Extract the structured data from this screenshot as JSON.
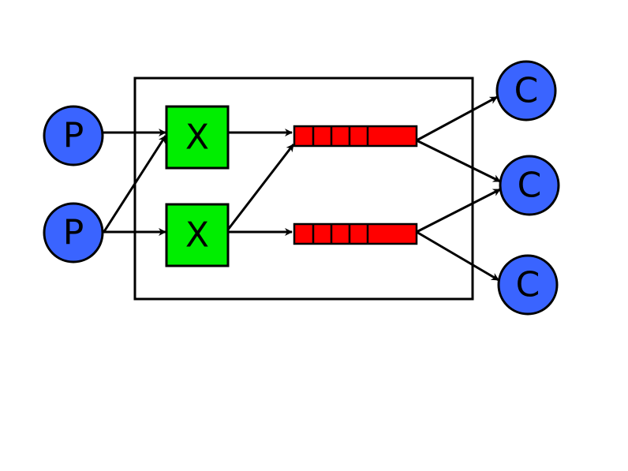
{
  "colors": {
    "producer": "#3a64ff",
    "exchange": "#00ee00",
    "queue": "#ff0000",
    "consumer": "#3a64ff",
    "stroke": "#000000",
    "background": "#ffffff"
  },
  "producers": [
    {
      "label": "P"
    },
    {
      "label": "P"
    }
  ],
  "exchanges": [
    {
      "label": "X"
    },
    {
      "label": "X"
    }
  ],
  "queues": [
    {
      "label": ""
    },
    {
      "label": ""
    }
  ],
  "consumers": [
    {
      "label": "C"
    },
    {
      "label": "C"
    },
    {
      "label": "C"
    }
  ]
}
